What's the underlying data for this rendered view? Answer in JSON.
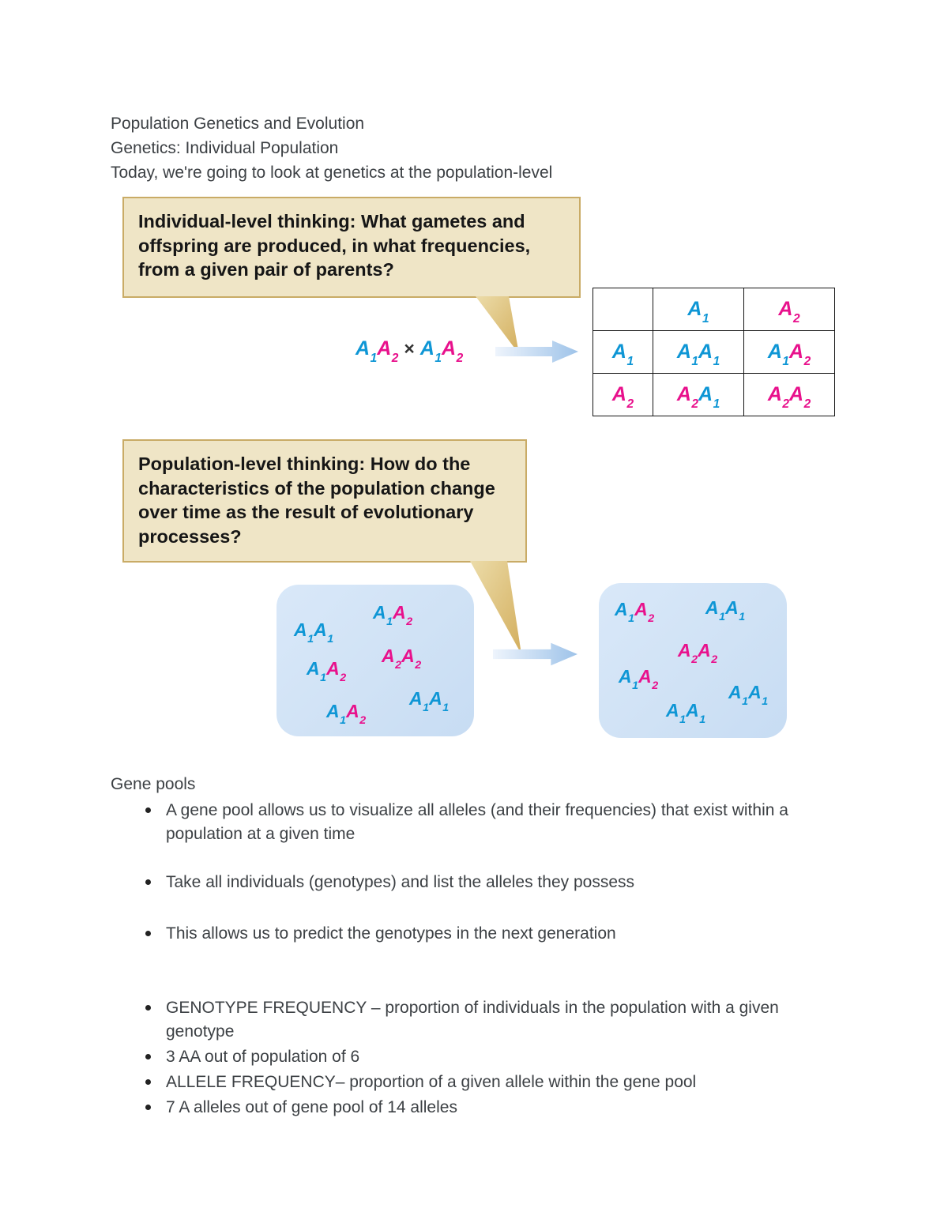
{
  "intro": {
    "line1": "Population Genetics and Evolution",
    "line2": "Genetics: Individual Population",
    "line3": "Today, we're going to look at genetics at the population-level"
  },
  "figure1": {
    "callout": "Individual-level thinking: What gametes and offspring are produced, in what frequencies, from a given pair of parents?",
    "cross": {
      "left": [
        "A1",
        "A2"
      ],
      "operator": "×",
      "right": [
        "A1",
        "A2"
      ]
    },
    "punnett": {
      "col_headers": [
        [
          "A1"
        ],
        [
          "A2"
        ]
      ],
      "row_headers": [
        [
          "A1"
        ],
        [
          "A2"
        ]
      ],
      "cells": [
        [
          [
            "A1",
            "A1"
          ],
          [
            "A1",
            "A2"
          ]
        ],
        [
          [
            "A2",
            "A1"
          ],
          [
            "A2",
            "A2"
          ]
        ]
      ]
    }
  },
  "figure2": {
    "callout": "Population-level thinking: How do the characteristics of the population change over time as the result of evolutionary processes?",
    "population_before": [
      [
        "A1",
        "A1"
      ],
      [
        "A1",
        "A2"
      ],
      [
        "A1",
        "A2"
      ],
      [
        "A2",
        "A2"
      ],
      [
        "A1",
        "A2"
      ],
      [
        "A1",
        "A1"
      ]
    ],
    "population_after": [
      [
        "A1",
        "A2"
      ],
      [
        "A1",
        "A1"
      ],
      [
        "A2",
        "A2"
      ],
      [
        "A1",
        "A2"
      ],
      [
        "A1",
        "A1"
      ],
      [
        "A1",
        "A1"
      ]
    ]
  },
  "gene_pools": {
    "heading": "Gene pools",
    "bullets": [
      "A gene pool allows us to visualize all alleles (and their frequencies) that exist within a population at a given time",
      "Take all individuals (genotypes) and list the alleles they possess",
      "This allows us to predict the genotypes in the next generation",
      "GENOTYPE FREQUENCY – proportion of individuals in the population with a given genotype",
      "3 AA out of population of 6",
      "ALLELE FREQUENCY– proportion of a given allele within the gene pool",
      "7 A alleles out of gene pool of 14 alleles"
    ]
  },
  "colors": {
    "allele1_blue": "#0e96d5",
    "allele2_pink": "#e8118c",
    "callout_bg": "#efe5c6",
    "callout_border": "#c9ab66",
    "population_bg": "#d0e2f5"
  }
}
